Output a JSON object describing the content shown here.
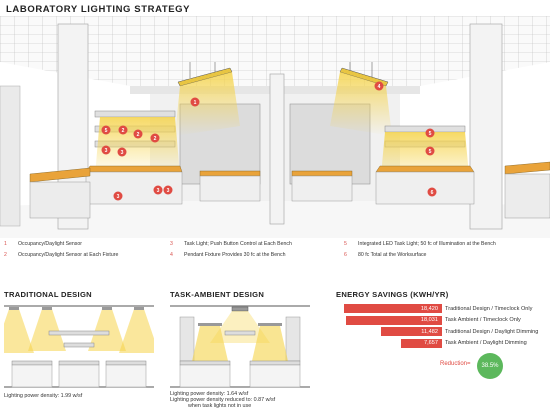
{
  "title": "LABORATORY LIGHTING STRATEGY",
  "markers": [
    "1",
    "2",
    "3",
    "4",
    "5",
    "6"
  ],
  "legend": [
    {
      "num": "1",
      "text": "Occupancy/Daylight Sensor"
    },
    {
      "num": "2",
      "text": "Occupancy/Daylight Sensor at Each Fixture"
    },
    {
      "num": "3",
      "text": "Task Light; Push Button Control at Each Bench"
    },
    {
      "num": "4",
      "text": "Pendant Fixture Provides 30 fc at the Bench"
    },
    {
      "num": "5",
      "text": "Integrated LED Task Light; 50 fc of Illumination at the Bench"
    },
    {
      "num": "6",
      "text": "80 fc Total at the Worksurface"
    }
  ],
  "traditional": {
    "title": "TRADITIONAL DESIGN",
    "density": "Lighting power density: 1.99 w/sf"
  },
  "task_ambient": {
    "title": "TASK-AMBIENT DESIGN",
    "density_lines": [
      "Lighting power density: 1.64 w/sf",
      "Lighting power density reduced to: 0.87 w/sf",
      "when task lights not in use"
    ]
  },
  "energy": {
    "title": "ENERGY SAVINGS (KWH/YR)",
    "reduction_label": "Reduction=",
    "reduction_value": "38.5%",
    "colors": {
      "bar": "#e04b43",
      "circle": "#5cb85c"
    }
  },
  "chart_data": {
    "type": "bar",
    "title": "ENERGY SAVINGS (KWH/YR)",
    "categories": [
      "Traditional Design / Timeclock Only",
      "Task Ambient / Timeclock Only",
      "Traditional Design / Daylight Dimming",
      "Task Ambient / Daylight Dimming"
    ],
    "values": [
      18420,
      18031,
      11482,
      7657
    ],
    "value_labels": [
      "18,420",
      "18,031",
      "11,482",
      "7,657"
    ],
    "orientation": "horizontal"
  }
}
